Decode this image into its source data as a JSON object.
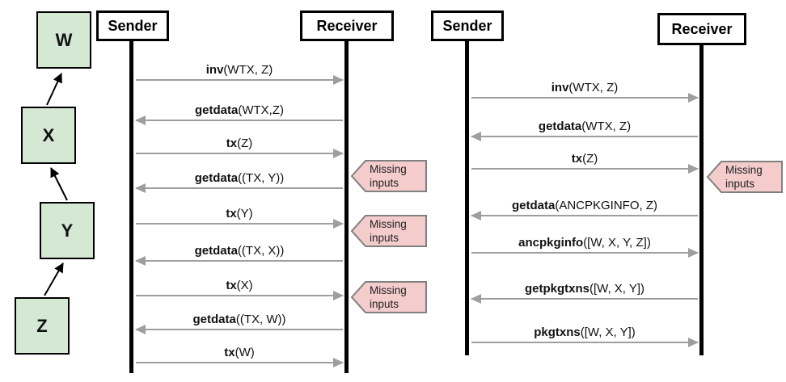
{
  "colors": {
    "node_fill": "#d5e8d4",
    "node_border": "#000000",
    "tag_fill": "#f4cccc",
    "tag_border": "#808080",
    "arrow_gray": "#9e9e9e",
    "lifeline_black": "#000000"
  },
  "tx_chain": {
    "nodes": [
      {
        "label": "W"
      },
      {
        "label": "X"
      },
      {
        "label": "Y"
      },
      {
        "label": "Z"
      }
    ]
  },
  "left_diagram": {
    "sender_label": "Sender",
    "receiver_label": "Receiver",
    "messages": [
      {
        "name": "inv",
        "args": "(WTX, Z)",
        "direction": "right"
      },
      {
        "name": "getdata",
        "args": "(WTX,Z)",
        "direction": "left"
      },
      {
        "name": "tx",
        "args": "(Z)",
        "direction": "right"
      },
      {
        "name": "getdata",
        "args": "((TX, Y))",
        "direction": "left"
      },
      {
        "name": "tx",
        "args": "(Y)",
        "direction": "right"
      },
      {
        "name": "getdata",
        "args": "((TX, X))",
        "direction": "left"
      },
      {
        "name": "tx",
        "args": "(X)",
        "direction": "right"
      },
      {
        "name": "getdata",
        "args": "((TX, W))",
        "direction": "left"
      },
      {
        "name": "tx",
        "args": "(W)",
        "direction": "right"
      }
    ]
  },
  "right_diagram": {
    "sender_label": "Sender",
    "receiver_label": "Receiver",
    "messages": [
      {
        "name": "inv",
        "args": "(WTX, Z)",
        "direction": "right"
      },
      {
        "name": "getdata",
        "args": "(WTX, Z)",
        "direction": "left"
      },
      {
        "name": "tx",
        "args": "(Z)",
        "direction": "right"
      },
      {
        "name": "getdata",
        "args": "(ANCPKGINFO, Z)",
        "direction": "left"
      },
      {
        "name": "ancpkginfo",
        "args": "([W, X, Y, Z])",
        "direction": "right"
      },
      {
        "name": "getpkgtxns",
        "args": "([W, X, Y])",
        "direction": "left"
      },
      {
        "name": "pkgtxns",
        "args": "([W, X, Y])",
        "direction": "right"
      }
    ]
  },
  "missing_tag": {
    "line1": "Missing",
    "line2": "inputs"
  }
}
